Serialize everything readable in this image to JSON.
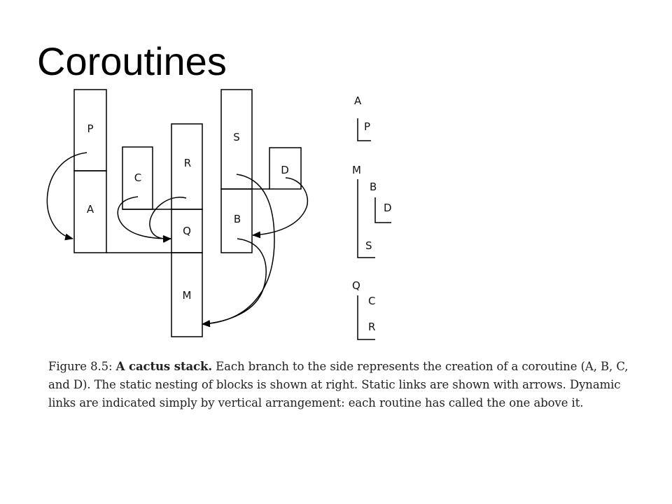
{
  "slide": {
    "title": "Coroutines"
  },
  "stack": {
    "blocks": {
      "P": "P",
      "A": "A",
      "C": "C",
      "R": "R",
      "Q": "Q",
      "M": "M",
      "S": "S",
      "B": "B",
      "D": "D"
    }
  },
  "nesting": {
    "g1_outer": "A",
    "g1_inner": "P",
    "g2_outer": "M",
    "g2_b": "B",
    "g2_d": "D",
    "g2_s": "S",
    "g3_outer": "Q",
    "g3_c": "C",
    "g3_r": "R"
  },
  "caption": {
    "figure_label": "Figure 8.5:",
    "bold_title": "A cactus stack.",
    "text": "Each branch to the side represents the creation of a coroutine (A, B, C, and D). The static nesting of blocks is shown at right.  Static links are shown with arrows. Dynamic links are indicated simply by vertical arrangement: each routine has called the one above it."
  },
  "colors": {
    "line": "#000000",
    "text": "#222222",
    "background": "#ffffff"
  }
}
